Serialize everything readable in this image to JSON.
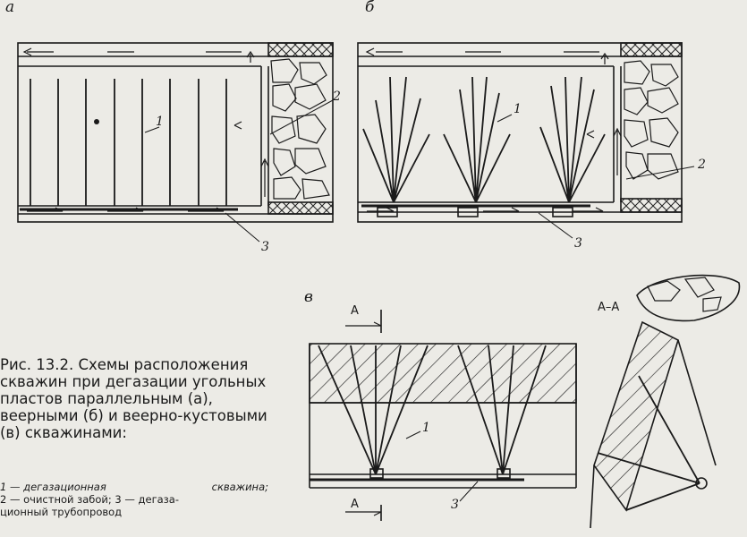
{
  "panels": {
    "a": "а",
    "b": "б",
    "v": "в"
  },
  "callouts": {
    "n1": "1",
    "n2": "2",
    "n3": "3"
  },
  "section": {
    "marker": "А",
    "title": "А–А"
  },
  "caption": "Рис. 13.2. Схемы расположения скважин при дегазации угольных пластов параллельным (а), веерными (б) и веерно-кустовыми (в) скважинами:",
  "legend": {
    "item1_name": "1 — дегазационная",
    "item1_rest": "скважина;",
    "item2": "2 — очистной забой; 3 — дегаза-",
    "item3": "ционный трубопровод"
  }
}
